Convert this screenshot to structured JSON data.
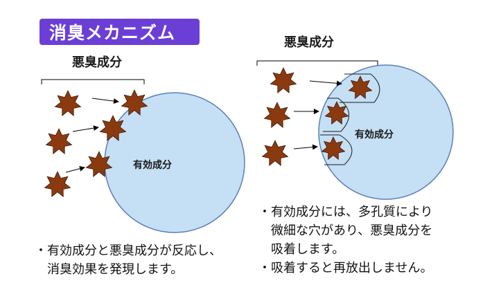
{
  "title": "消臭メカニズム",
  "left_panel": {
    "odor_label": "悪臭成分",
    "effective_label": "有効成分",
    "description": [
      "・有効成分と悪臭成分が反応し、",
      "消臭効果を発現します。"
    ]
  },
  "right_panel": {
    "odor_label": "悪臭成分",
    "effective_label": "有効成分",
    "description": [
      "・有効成分には、多孔質により",
      "微細な穴があり、悪臭成分を",
      "吸着します。",
      "・吸着すると再放出しません。"
    ]
  },
  "colors": {
    "title_bg": "#6b3fd6",
    "circle_fill": "#c5dff5",
    "circle_stroke": "#5a7fb5",
    "star_fill": "#8b3a10",
    "star_stroke": "#3a1606"
  }
}
